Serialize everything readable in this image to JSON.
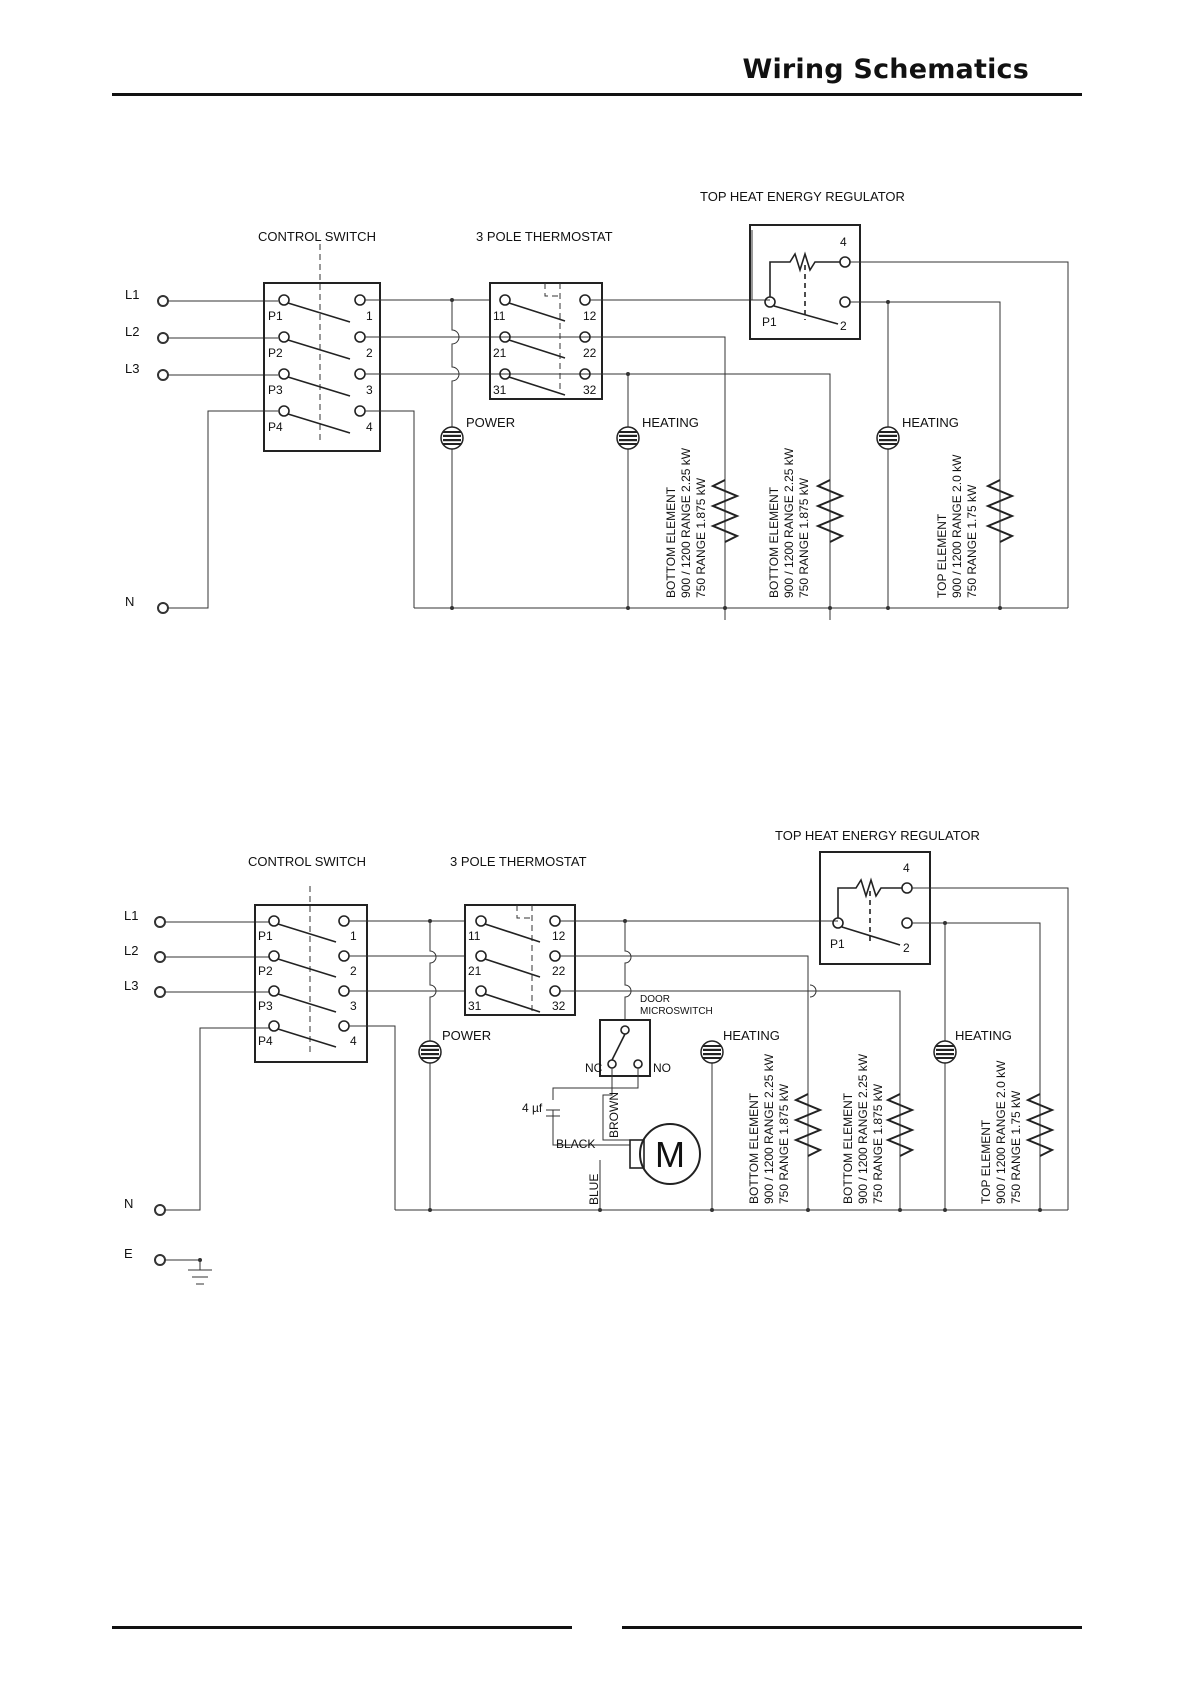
{
  "header": {
    "title": "Wiring Schematics"
  },
  "diagram1": {
    "top_heat_regulator": "TOP HEAT ENERGY REGULATOR",
    "control_switch": "CONTROL SWITCH",
    "thermostat": "3 POLE THERMOSTAT",
    "power_lamp": "POWER",
    "heating_lamp_1": "HEATING",
    "heating_lamp_2": "HEATING",
    "element_1": [
      "BOTTOM ELEMENT",
      "900 / 1200 RANGE 2.25 kW",
      "750 RANGE 1.875 kW"
    ],
    "element_2": [
      "BOTTOM ELEMENT",
      "900 / 1200 RANGE 2.25 kW",
      "750 RANGE 1.875 kW"
    ],
    "element_3": [
      "TOP ELEMENT",
      "900 / 1200 RANGE 2.0 kW",
      "750 RANGE 1.75 kW"
    ]
  },
  "diagram2": {
    "top_heat_regulator": "TOP HEAT ENERGY REGULATOR",
    "control_switch": "CONTROL SWITCH",
    "thermostat": "3 POLE THERMOSTAT",
    "power_lamp": "POWER",
    "heating_lamp_1": "HEATING",
    "heating_lamp_2": "HEATING",
    "door_switch": [
      "DOOR",
      "MICROSWITCH"
    ],
    "nc": "NC",
    "no": "NO",
    "capacitor": "4 µf",
    "wire_brown": "BROWN",
    "wire_black": "BLACK",
    "wire_blue": "BLUE",
    "motor": "M",
    "earth": "E",
    "element_1": [
      "BOTTOM ELEMENT",
      "900 / 1200 RANGE 2.25 kW",
      "750 RANGE 1.875 kW"
    ],
    "element_2": [
      "BOTTOM ELEMENT",
      "900 / 1200 RANGE 2.25 kW",
      "750 RANGE 1.875 kW"
    ],
    "element_3": [
      "TOP ELEMENT",
      "900 / 1200 RANGE 2.0 kW",
      "750 RANGE 1.75 kW"
    ]
  },
  "terminals": {
    "lines": [
      "L1",
      "L2",
      "L3",
      "N"
    ],
    "switch_in": [
      "P1",
      "P2",
      "P3",
      "P4"
    ],
    "switch_out": [
      "1",
      "2",
      "3",
      "4"
    ],
    "thermo_in": [
      "11",
      "21",
      "31"
    ],
    "thermo_out": [
      "12",
      "22",
      "32"
    ],
    "regulator": [
      "4",
      "P1",
      "2"
    ]
  }
}
